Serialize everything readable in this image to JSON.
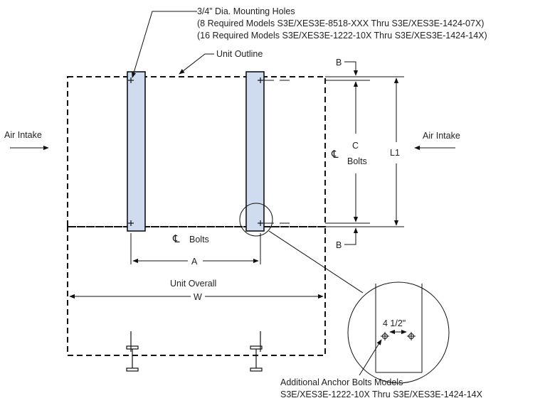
{
  "notes": {
    "mounting_holes_line1": "3/4” Dia. Mounting Holes",
    "mounting_holes_line2": "(8 Required Models S3E/XES3E-8518-XXX Thru S3E/XES3E-1424-07X)",
    "mounting_holes_line3": "(16 Required Models S3E/XES3E-1222-10X Thru S3E/XES3E-1424-14X)",
    "unit_outline": "Unit Outline",
    "anchor_line1": "Additional Anchor Bolts Models",
    "anchor_line2": "S3E/XES3E-1222-10X Thru S3E/XES3E-1424-14X"
  },
  "labels": {
    "air_intake_left": "Air Intake",
    "air_intake_right": "Air Intake",
    "b_top": "B",
    "b_bottom": "B",
    "c": "C",
    "c_bolts": "Bolts",
    "l1": "L1",
    "centerline_symbol": "℄",
    "cl_bolts": "Bolts",
    "a": "A",
    "unit_overall": "Unit Overall",
    "w": "W",
    "detail_dim": "4 1/2\""
  }
}
